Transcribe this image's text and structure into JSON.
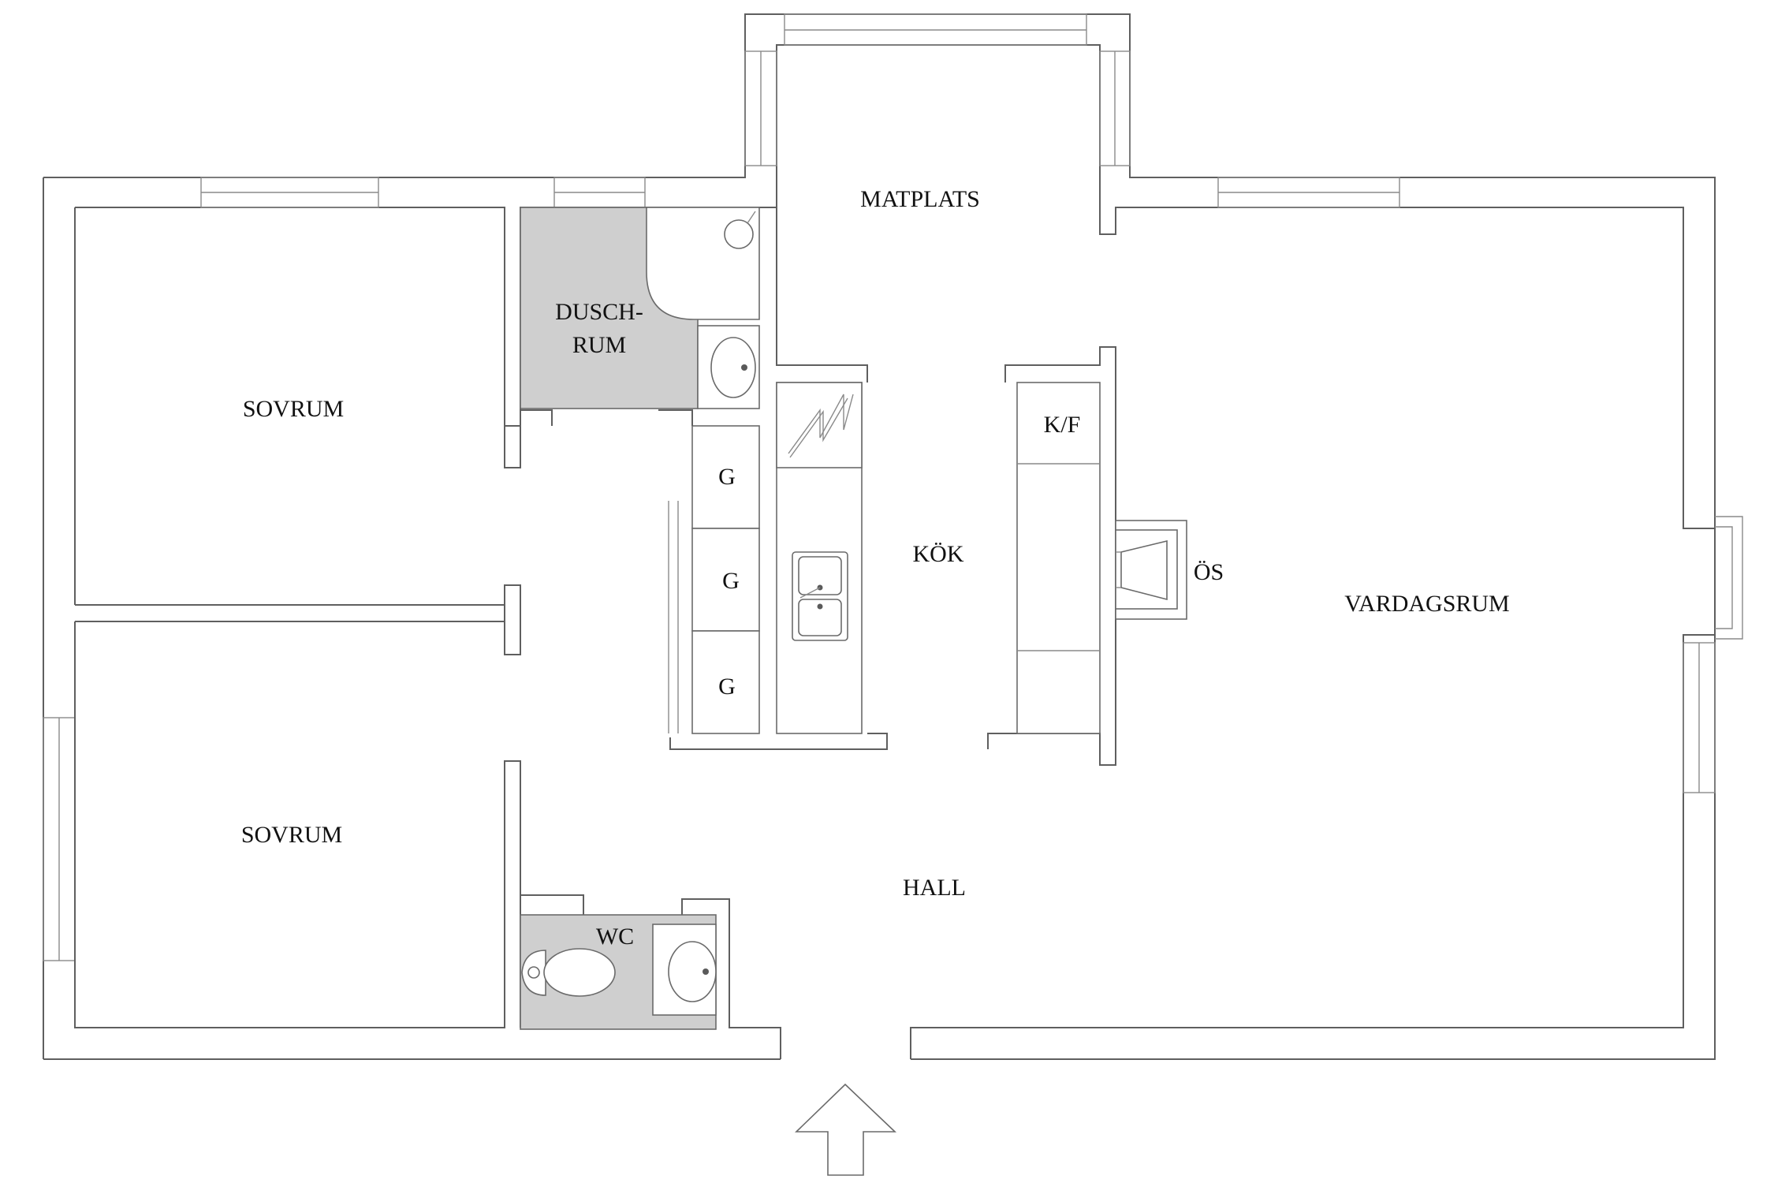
{
  "rooms": {
    "matplats": "MATPLATS",
    "duschrum_line1": "DUSCH-",
    "duschrum_line2": "RUM",
    "sovrum_upper": "SOVRUM",
    "sovrum_lower": "SOVRUM",
    "kok": "KÖK",
    "vardagsrum": "VARDAGSRUM",
    "hall": "HALL",
    "wc": "WC"
  },
  "appliances": {
    "kyl_frys": "K/F",
    "oppen_spis": "ÖS",
    "garderob_1": "G",
    "garderob_2": "G",
    "garderob_3": "G"
  },
  "colors": {
    "wall": "#5f5f5f",
    "wet_room_fill": "#cfcfcf",
    "background": "#ffffff"
  },
  "icons": [
    "entrance-arrow-icon",
    "toilet-icon",
    "sink-icon",
    "double-sink-icon",
    "stove-icon",
    "shower-icon"
  ]
}
